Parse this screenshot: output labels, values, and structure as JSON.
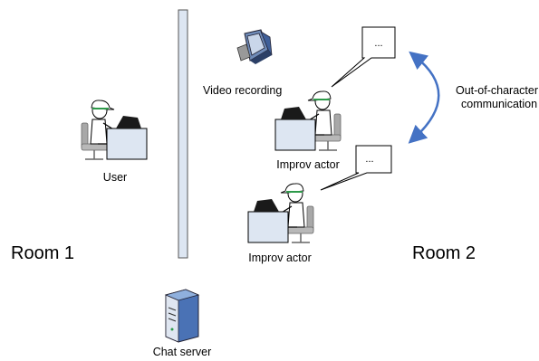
{
  "labels": {
    "user": "User",
    "room1": "Room 1",
    "room2": "Room 2",
    "video_recording": "Video recording",
    "improv_actor_1": "Improv actor",
    "improv_actor_2": "Improv actor",
    "chat_server": "Chat server",
    "ooc_line1": "Out-of-character",
    "ooc_line2": "communication",
    "bubble_1": "...",
    "bubble_2": "..."
  },
  "colors": {
    "divider_fill": "#dde6f2",
    "desk_fill": "#dde6f2",
    "arrow": "#4472c4",
    "cap": "#2e9a4a",
    "chair": "#a8a8a8"
  },
  "icons": [
    "person-at-computer-icon",
    "video-camera-icon",
    "server-icon"
  ]
}
